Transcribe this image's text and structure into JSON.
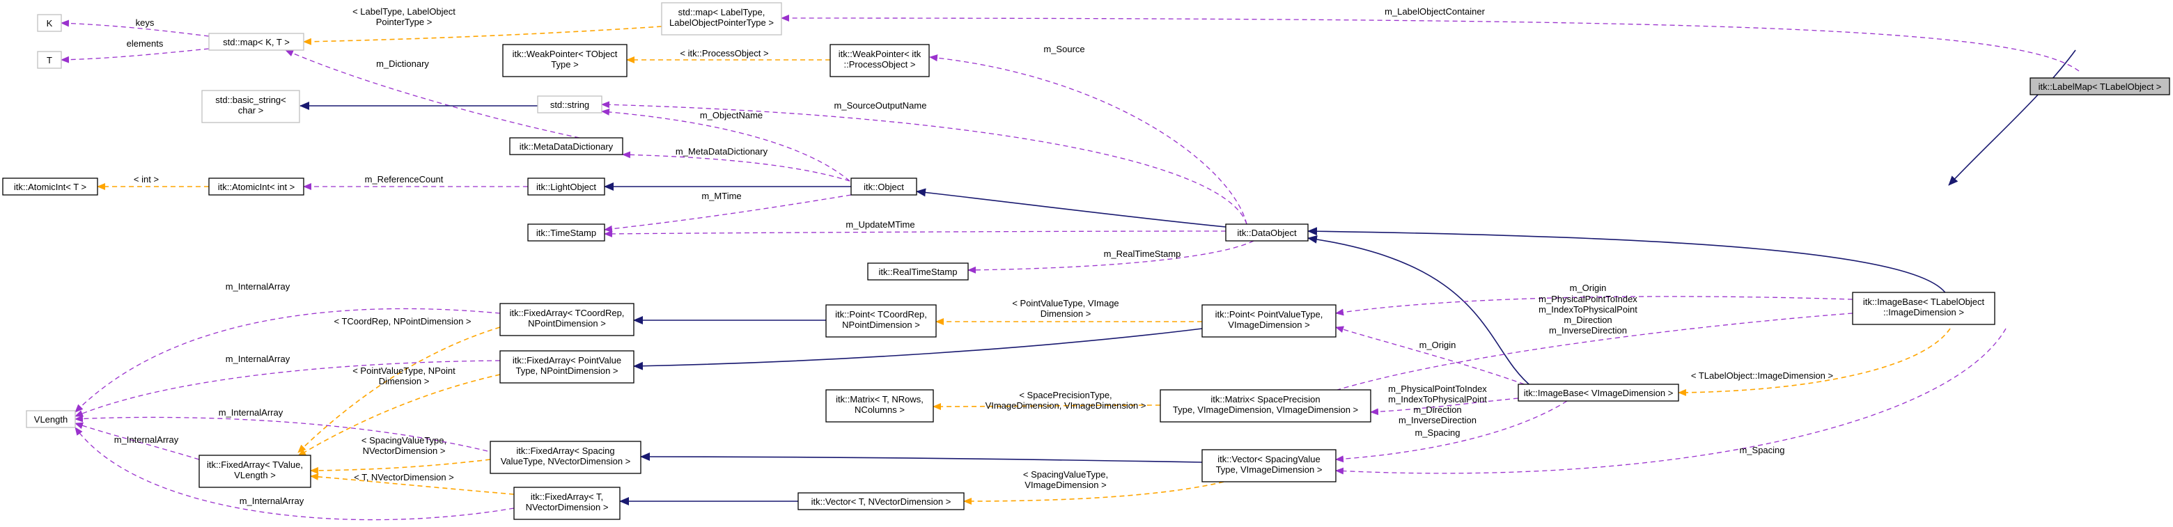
{
  "colors": {
    "inheritance": "#191970",
    "member": "#9a32cd",
    "template": "#ffa500",
    "focus_fill": "#bfbfbf",
    "external_border": "#bfbfbf"
  },
  "nodes": {
    "labelmap": [
      "itk::LabelMap< TLabelObject >"
    ],
    "std_map_label": [
      "std::map< LabelType,",
      "LabelObjectPointerType >"
    ],
    "k": [
      "K"
    ],
    "t": [
      "T"
    ],
    "std_map_kt": [
      "std::map< K, T >"
    ],
    "weakptr_t": [
      "itk::WeakPointer< TObject",
      "Type >"
    ],
    "weakptr_proc": [
      "itk::WeakPointer< itk",
      "::ProcessObject >"
    ],
    "basic_string": [
      "std::basic_string<",
      "char >"
    ],
    "std_string": [
      "std::string"
    ],
    "metadict": [
      "itk::MetaDataDictionary"
    ],
    "atomic_t": [
      "itk::AtomicInt< T >"
    ],
    "atomic_int": [
      "itk::AtomicInt< int >"
    ],
    "lightobject": [
      "itk::LightObject"
    ],
    "object": [
      "itk::Object"
    ],
    "timestamp": [
      "itk::TimeStamp"
    ],
    "dataobject": [
      "itk::DataObject"
    ],
    "realtimestamp": [
      "itk::RealTimeStamp"
    ],
    "imagebase_label": [
      "itk::ImageBase< TLabelObject",
      "::ImageDimension >"
    ],
    "fa_tcoord": [
      "itk::FixedArray< TCoordRep,",
      "NPointDimension >"
    ],
    "point_tcoord": [
      "itk::Point< TCoordRep,",
      "NPointDimension >"
    ],
    "point_pv": [
      "itk::Point< PointValueType,",
      "VImageDimension >"
    ],
    "fa_pv": [
      "itk::FixedArray< PointValue",
      "Type, NPointDimension >"
    ],
    "vlength": [
      "VLength"
    ],
    "matrix_t": [
      "itk::Matrix< T, NRows,",
      "NColumns >"
    ],
    "matrix_sp": [
      "itk::Matrix< SpacePrecision",
      "Type, VImageDimension, VImageDimension >"
    ],
    "imagebase_v": [
      "itk::ImageBase< VImageDimension >"
    ],
    "fa_tvalue": [
      "itk::FixedArray< TValue,",
      "VLength >"
    ],
    "fa_spacing": [
      "itk::FixedArray< Spacing",
      "ValueType, NVectorDimension >"
    ],
    "vector_spacing": [
      "itk::Vector< SpacingValue",
      "Type, VImageDimension >"
    ],
    "fa_t_nvec": [
      "itk::FixedArray< T,",
      "NVectorDimension >"
    ],
    "vector_t": [
      "itk::Vector< T, NVectorDimension >"
    ]
  },
  "edge_labels": {
    "m_labelobjectcontainer": [
      "m_LabelObjectContainer"
    ],
    "tmpl_labeltype": [
      "< LabelType, LabelObject",
      "PointerType >"
    ],
    "keys": [
      "keys"
    ],
    "elements": [
      "elements"
    ],
    "m_dictionary": [
      "m_Dictionary"
    ],
    "tmpl_processobject": [
      "< itk::ProcessObject >"
    ],
    "m_source": [
      "m_Source"
    ],
    "m_sourceoutputname": [
      "m_SourceOutputName"
    ],
    "m_objectname": [
      "m_ObjectName"
    ],
    "m_metadatadictionary": [
      "m_MetaDataDictionary"
    ],
    "tmpl_int": [
      "< int >"
    ],
    "m_referencecount": [
      "m_ReferenceCount"
    ],
    "m_mtime": [
      "m_MTime"
    ],
    "m_updatemtime": [
      "m_UpdateMTime"
    ],
    "m_realtimestamp": [
      "m_RealTimeStamp"
    ],
    "m_internalarray_1": [
      "m_InternalArray"
    ],
    "tmpl_tcoordrep": [
      "< TCoordRep, NPointDimension >"
    ],
    "tmpl_pointvaluetype_vimage": [
      "< PointValueType, VImage",
      "Dimension >"
    ],
    "m_origin_top": [
      "m_Origin"
    ],
    "m_imagebase_members": [
      "m_PhysicalPointToIndex",
      "m_IndexToPhysicalPoint",
      "m_Direction",
      "m_InverseDirection"
    ],
    "m_internalarray_2": [
      "m_InternalArray"
    ],
    "tmpl_pointvalue_npoint": [
      "< PointValueType, NPoint",
      "Dimension >"
    ],
    "m_origin_mid": [
      "m_Origin"
    ],
    "tmpl_labelobject_imagedim": [
      "< TLabelObject::ImageDimension >"
    ],
    "m_internalarray_3": [
      "m_InternalArray"
    ],
    "tmpl_spaceprecision": [
      "< SpacePrecisionType,",
      "VImageDimension, VImageDimension >"
    ],
    "m_imagebase_v_members": [
      "m_PhysicalPointToIndex",
      "m_IndexToPhysicalPoint",
      "m_Direction",
      "m_InverseDirection"
    ],
    "m_internalarray_4": [
      "m_InternalArray"
    ],
    "tmpl_spacing_nvector": [
      "< SpacingValueType,",
      "NVectorDimension >"
    ],
    "m_spacing_mid": [
      "m_Spacing"
    ],
    "m_spacing_right": [
      "m_Spacing"
    ],
    "tmpl_t_nvector": [
      "< T, NVectorDimension >"
    ],
    "m_internalarray_5": [
      "m_InternalArray"
    ],
    "tmpl_spacingvalue_vimage": [
      "< SpacingValueType,",
      "VImageDimension >"
    ]
  }
}
